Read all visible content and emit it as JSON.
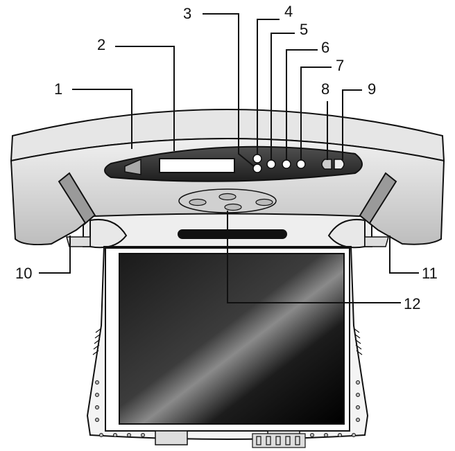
{
  "callouts": [
    {
      "id": "1",
      "label": "1"
    },
    {
      "id": "2",
      "label": "2"
    },
    {
      "id": "3",
      "label": "3"
    },
    {
      "id": "4",
      "label": "4"
    },
    {
      "id": "5",
      "label": "5"
    },
    {
      "id": "6",
      "label": "6"
    },
    {
      "id": "7",
      "label": "7"
    },
    {
      "id": "8",
      "label": "8"
    },
    {
      "id": "9",
      "label": "9"
    },
    {
      "id": "10",
      "label": "10"
    },
    {
      "id": "11",
      "label": "11"
    },
    {
      "id": "12",
      "label": "12"
    }
  ],
  "colors": {
    "housing": "#dcdcdc",
    "housing_dark": "#a8a8a8",
    "panel": "#3a3a3a",
    "screen_dark": "#0c0c0c",
    "frame": "#f2f2f2",
    "outline": "#111111"
  }
}
